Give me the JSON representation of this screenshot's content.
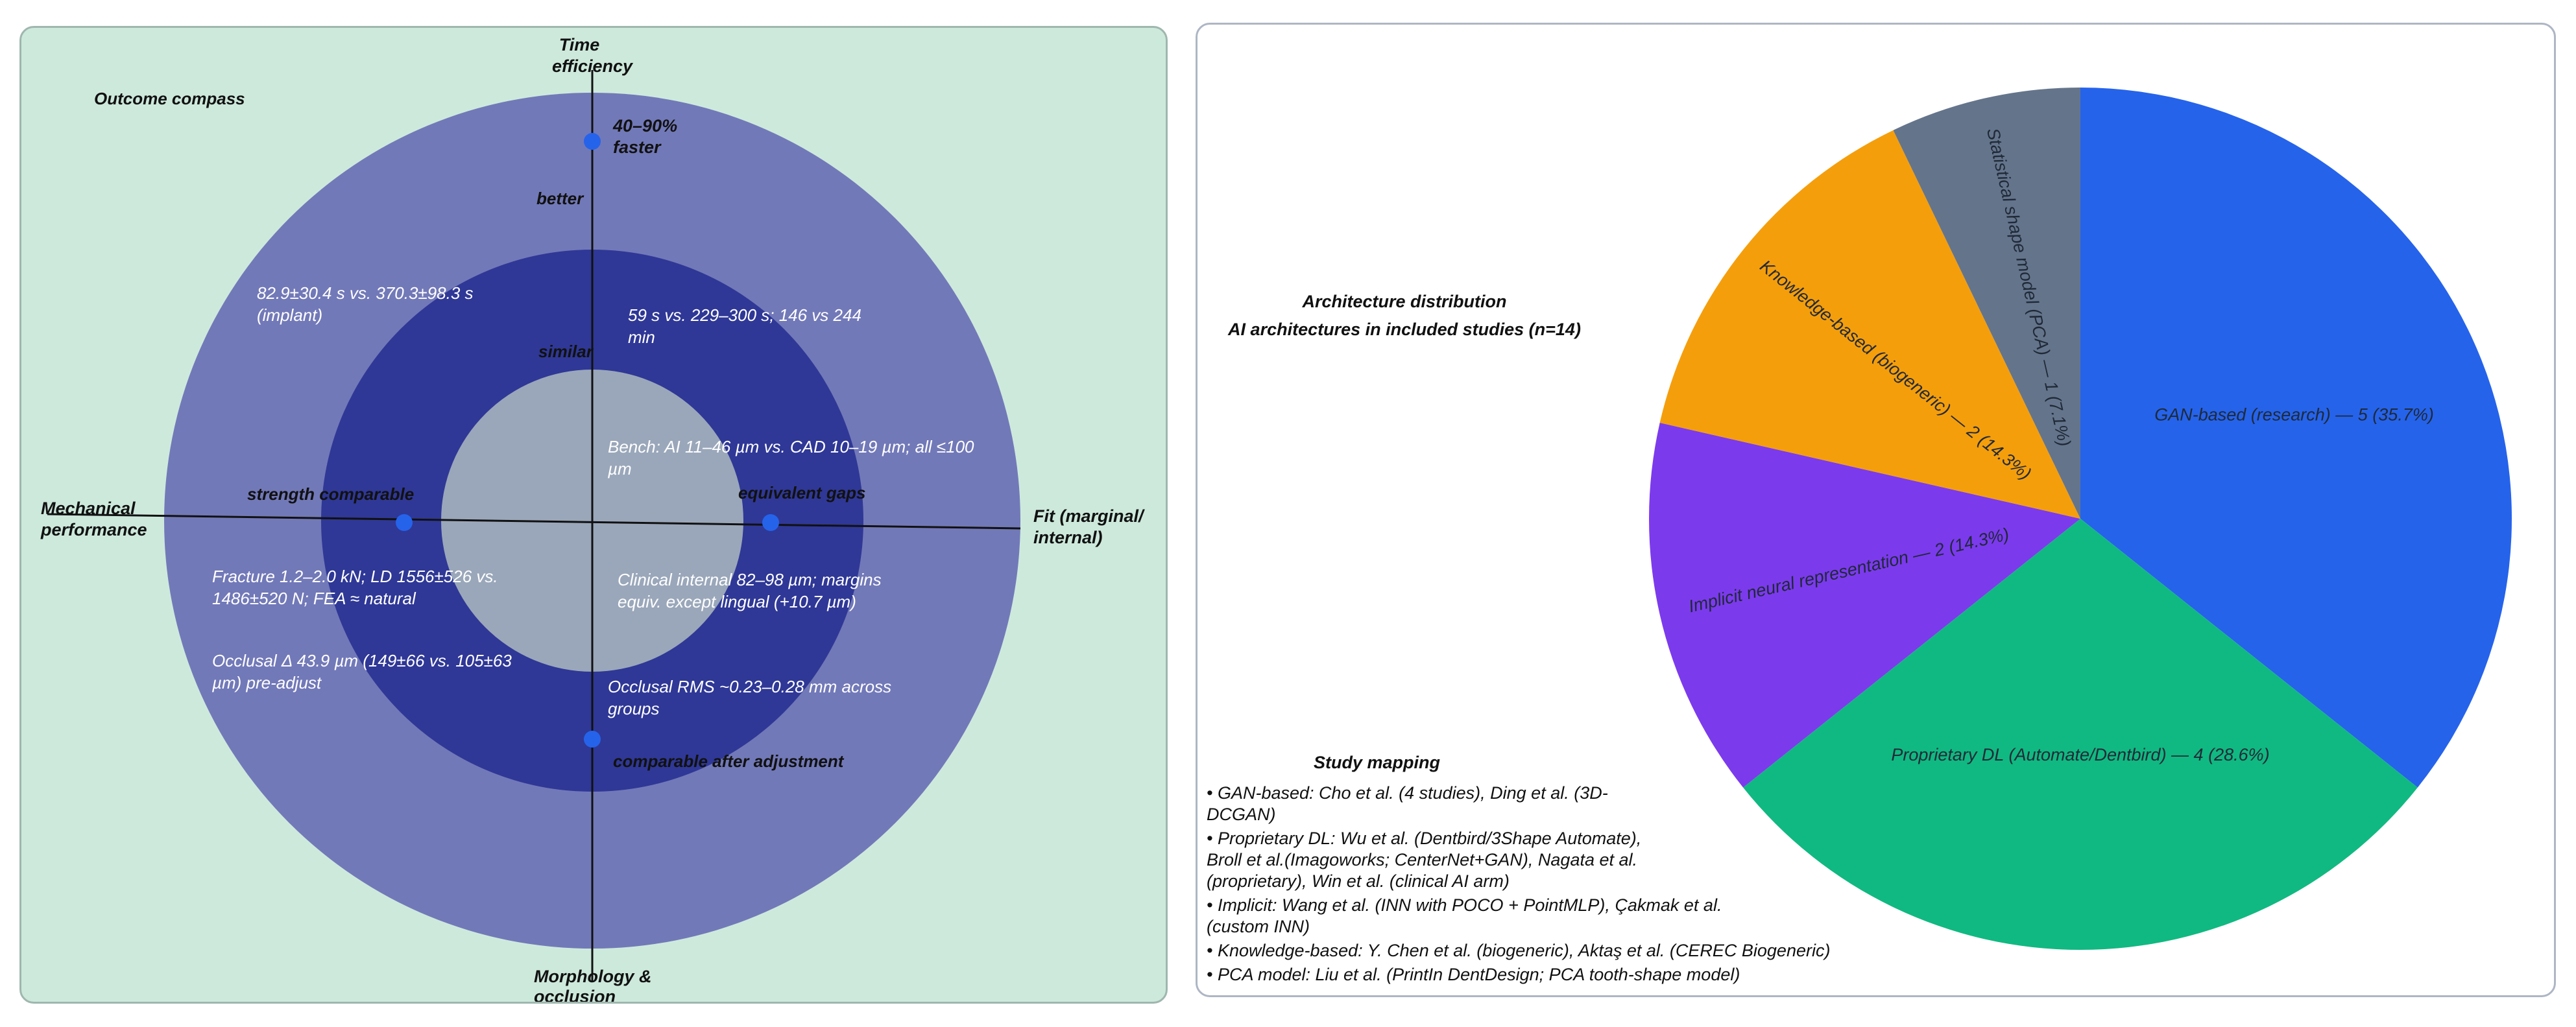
{
  "compass": {
    "title": "Outcome compass",
    "axes": {
      "top": [
        "Time",
        "efficiency"
      ],
      "left": [
        "Mechanical",
        "performance"
      ],
      "right": [
        "Fit (marginal/",
        "internal)"
      ],
      "bottom": [
        "Morphology &",
        "occlusion"
      ]
    },
    "rings": {
      "outer": "better",
      "middle": "similar"
    },
    "markers": {
      "time": [
        "40–90%",
        "faster"
      ],
      "strength": "strength comparable",
      "fit": "equivalent gaps",
      "morphology": "comparable after adjustment"
    },
    "notes": {
      "time_left": [
        "82.9±30.4 s vs. 370.3±98.3 s",
        "(implant)"
      ],
      "time_right": [
        "59 s vs. 229–300 s; 146 vs 244",
        "min"
      ],
      "fit_bench": [
        "Bench: AI 11–46 µm vs. CAD 10–19 µm; all ≤100",
        "µm"
      ],
      "fit_clinical": [
        "Clinical internal 82–98 µm; margins",
        "equiv. except lingual (+10.7 µm)"
      ],
      "mech": [
        "Fracture 1.2–2.0 kN; LD 1556±526 vs.",
        "1486±520 N; FEA ≈ natural"
      ],
      "occl_left": [
        "Occlusal Δ 43.9 µm (149±66 vs. 105±63",
        "µm) pre-adjust"
      ],
      "occl_right": [
        "Occlusal RMS ~0.23–0.28 mm across",
        "groups"
      ]
    }
  },
  "chart_data": {
    "type": "pie",
    "title": "Architecture distribution",
    "subtitle": "AI architectures in included studies (n=14)",
    "categories": [
      "GAN-based (research) — 5 (35.7%)",
      "Proprietary DL (Automate/Dentbird) — 4 (28.6%)",
      "Implicit neural representation — 2 (14.3%)",
      "Knowledge-based (biogeneric) — 2 (14.3%)",
      "Statistical shape model (PCA) — 1 (7.1%)"
    ],
    "values": [
      5,
      4,
      2,
      2,
      1
    ],
    "colors": [
      "#2563eb",
      "#10b981",
      "#7c3aed",
      "#f59e0b",
      "#64748b"
    ]
  },
  "mapping": {
    "title": "Study mapping",
    "items": [
      [
        "• GAN-based: Cho et al. (4 studies), Ding et al. (3D-",
        "DCGAN)"
      ],
      [
        "• Proprietary DL: Wu et al. (Dentbird/3Shape Automate),",
        "Broll  et al.(Imagoworks; CenterNet+GAN), Nagata et al.",
        "(proprietary), Win et al. (clinical AI arm)"
      ],
      [
        "• Implicit: Wang et al. (INN with POCO + PointMLP), Çakmak et al.",
        "(custom INN)"
      ],
      [
        "• Knowledge-based: Y. Chen et al. (biogeneric), Aktaş et al. (CEREC Biogeneric)"
      ],
      [
        "• PCA model: Liu et al. (PrintIn DentDesign; PCA tooth-shape model)"
      ]
    ]
  }
}
